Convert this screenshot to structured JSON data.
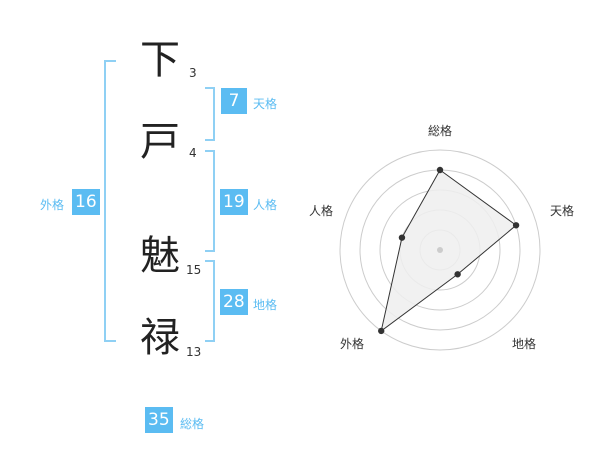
{
  "name_chars": [
    {
      "char": "下",
      "strokes": "3"
    },
    {
      "char": "戸",
      "strokes": "4"
    },
    {
      "char": "魅",
      "strokes": "15"
    },
    {
      "char": "禄",
      "strokes": "13"
    }
  ],
  "fortune": {
    "tenkaku": {
      "label": "天格",
      "value": "7"
    },
    "jinkaku": {
      "label": "人格",
      "value": "19"
    },
    "chikaku": {
      "label": "地格",
      "value": "28"
    },
    "gaikaku": {
      "label": "外格",
      "value": "16"
    },
    "soukaku": {
      "label": "総格",
      "value": "35"
    }
  },
  "radar": {
    "labels": {
      "top": "総格",
      "right": "天格",
      "bottom_right": "地格",
      "bottom_left": "外格",
      "left": "人格"
    },
    "colors": {
      "ring": "#cccccc",
      "fill": "#eeeeee",
      "line": "#333333",
      "point": "#333333",
      "center": "#cccccc"
    },
    "rings": 5,
    "levels": [
      0.8,
      0.8,
      0.3,
      1.0,
      0.4
    ]
  },
  "colors": {
    "accent": "#5bbcf2",
    "bracket": "#8fd0f4"
  }
}
